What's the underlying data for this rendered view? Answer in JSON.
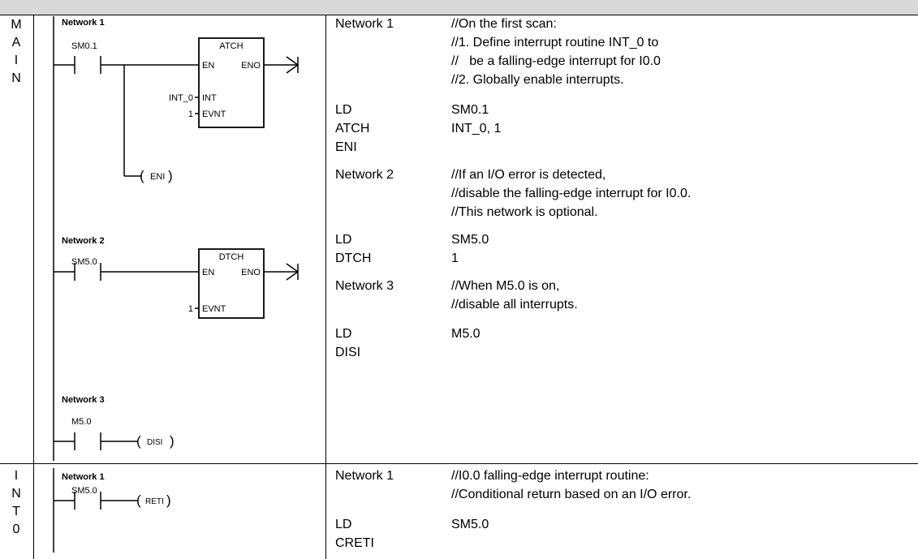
{
  "sections": {
    "main": {
      "label_letters": [
        "M",
        "A",
        "I",
        "N"
      ]
    },
    "int0": {
      "label_letters": [
        "I",
        "N",
        "T",
        "0"
      ]
    }
  },
  "ladder": {
    "main": {
      "network1_title": "Network 1",
      "network1_contact": "SM0.1",
      "network1_box_title": "ATCH",
      "network1_box_en": "EN",
      "network1_box_eno": "ENO",
      "network1_box_int": "INT",
      "network1_box_evnt": "EVNT",
      "network1_int_value": "INT_0",
      "network1_evnt_value": "1",
      "network1_coil": "ENI",
      "network2_title": "Network 2",
      "network2_contact": "SM5.0",
      "network2_box_title": "DTCH",
      "network2_box_en": "EN",
      "network2_box_eno": "ENO",
      "network2_box_evnt": "EVNT",
      "network2_evnt_value": "1",
      "network3_title": "Network 3",
      "network3_contact": "M5.0",
      "network3_coil": "DISI"
    },
    "int0": {
      "network1_title": "Network 1",
      "network1_contact": "SM5.0",
      "network1_coil": "RETI"
    }
  },
  "stl": {
    "main": {
      "n1_label": "Network 1",
      "n1_comment1": "//On the first scan:",
      "n1_comment2": "//1. Define interrupt routine INT_0 to",
      "n1_comment3": "//   be a falling-edge interrupt for I0.0",
      "n1_comment4": "//2. Globally enable interrupts.",
      "n1_i1_op": "LD",
      "n1_i1_arg": "SM0.1",
      "n1_i2_op": "ATCH",
      "n1_i2_arg": "INT_0, 1",
      "n1_i3_op": "ENI",
      "n2_label": "Network 2",
      "n2_comment1": "//If an I/O error is detected,",
      "n2_comment2": "//disable the falling-edge interrupt for I0.0.",
      "n2_comment3": "//This network is optional.",
      "n2_i1_op": "LD",
      "n2_i1_arg": "SM5.0",
      "n2_i2_op": "DTCH",
      "n2_i2_arg": "1",
      "n3_label": "Network 3",
      "n3_comment1": "//When M5.0 is on,",
      "n3_comment2": "//disable all interrupts.",
      "n3_i1_op": "LD",
      "n3_i1_arg": "M5.0",
      "n3_i2_op": "DISI"
    },
    "int0": {
      "n1_label": "Network 1",
      "n1_comment1": "//I0.0 falling-edge interrupt routine:",
      "n1_comment2": "//Conditional return based on an I/O error.",
      "n1_i1_op": "LD",
      "n1_i1_arg": "SM5.0",
      "n1_i2_op": "CRETI"
    }
  }
}
